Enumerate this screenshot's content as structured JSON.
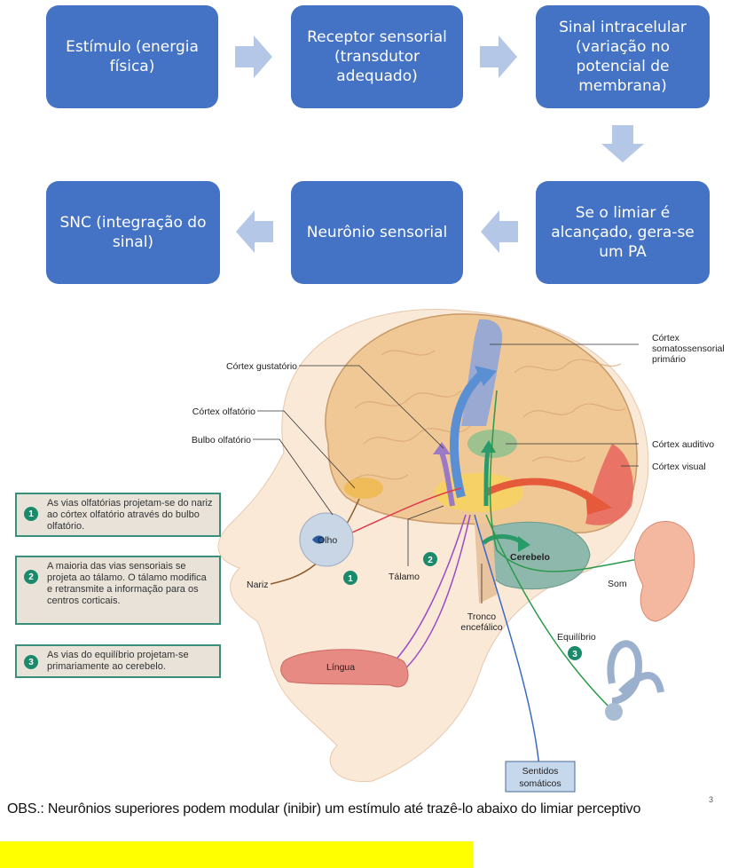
{
  "flowchart": {
    "box_color": "#4472c4",
    "arrow_color": "#b4c7e7",
    "steps": [
      {
        "label": "Estímulo (energia física)"
      },
      {
        "label": "Receptor sensorial (transdutor adequado)"
      },
      {
        "label": "Sinal intracelular (variação no potencial de membrana)"
      },
      {
        "label": "Se o limiar é alcançado, gera-se um PA"
      },
      {
        "label": "Neurônio sensorial"
      },
      {
        "label": "SNC (integração do sinal)"
      }
    ]
  },
  "illustration": {
    "labels": {
      "cortex_gustatorio": "Córtex gustatório",
      "cortex_olfatorio": "Córtex olfatório",
      "bulbo_olfatorio": "Bulbo olfatório",
      "cortex_somatossensorial_1": "Córtex",
      "cortex_somatossensorial_2": "somatossensorial",
      "cortex_somatossensorial_3": "primário",
      "cortex_auditivo": "Córtex auditivo",
      "cortex_visual": "Córtex visual",
      "olho": "Olho",
      "nariz": "Nariz",
      "talamo": "Tálamo",
      "cerebelo": "Cerebelo",
      "som": "Som",
      "tronco_1": "Tronco",
      "tronco_2": "encefálico",
      "equilibrio": "Equilíbrio",
      "lingua": "Língua",
      "sentidos_1": "Sentidos",
      "sentidos_2": "somáticos"
    },
    "badges": [
      "1",
      "2",
      "3"
    ],
    "notes": [
      {
        "num": "1",
        "text": "As vias olfatórias projetam-se do nariz ao córtex olfatório através do bulbo olfatório."
      },
      {
        "num": "2",
        "text": "A maioria das vias sensoriais se projeta ao tálamo. O tálamo modifica e retransmite a informação para os centros corticais."
      },
      {
        "num": "3",
        "text": "As vias do equilíbrio projetam-se primariamente ao cerebelo."
      }
    ]
  },
  "footer": {
    "obs": "OBS.: Neurônios superiores podem modular (inibir) um estímulo até trazê-lo abaixo do limiar perceptivo",
    "page_number": "3",
    "highlight_color": "#ffff00"
  }
}
